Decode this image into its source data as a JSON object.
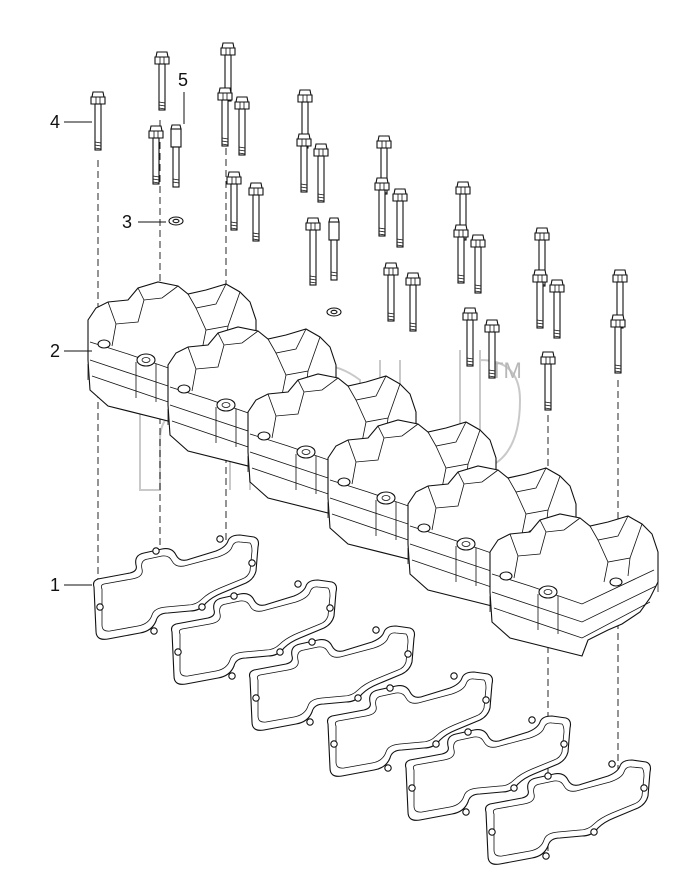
{
  "callouts": [
    {
      "id": "1",
      "label": "1"
    },
    {
      "id": "2",
      "label": "2"
    },
    {
      "id": "3",
      "label": "3"
    },
    {
      "id": "4",
      "label": "4"
    },
    {
      "id": "5",
      "label": "5"
    }
  ],
  "watermark": {
    "tm": "TM"
  },
  "icons": {
    "bolt": "hex-flange-bolt-icon",
    "washer": "washer-icon",
    "spacer": "spacer-sleeve-icon",
    "cover": "valve-cover-icon",
    "gasket": "gasket-icon"
  }
}
